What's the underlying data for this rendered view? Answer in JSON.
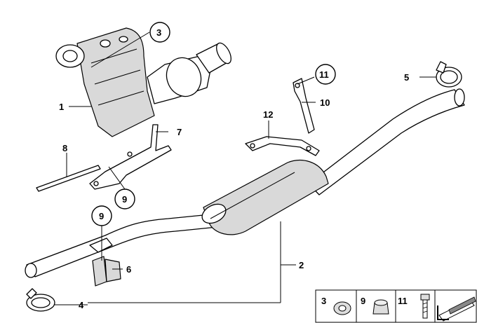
{
  "callouts": {
    "c1": "1",
    "c2": "2",
    "c3": "3",
    "c4": "4",
    "c5": "5",
    "c6": "6",
    "c7": "7",
    "c8": "8",
    "c9a": "9",
    "c9b": "9",
    "c10": "10",
    "c11": "11",
    "c12": "12"
  },
  "legend": {
    "item1": "3",
    "item2": "9",
    "item3": "11"
  }
}
